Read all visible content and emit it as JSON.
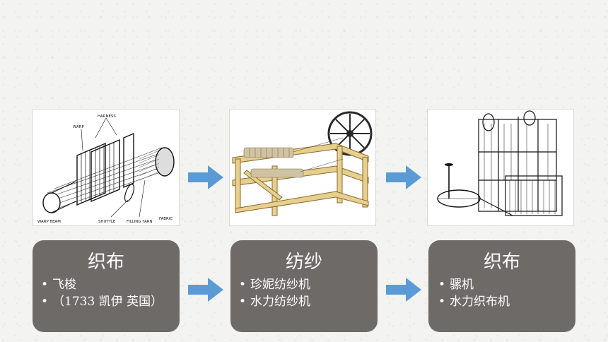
{
  "diagram1": {
    "labels": {
      "harness": "HARNESS",
      "warp": "WARP",
      "warp_beam": "WARP BEAM",
      "shuttle": "SHUTTLE",
      "filling_yarn": "FILLING YARN",
      "fabric": "FABRIC"
    }
  },
  "panels": [
    {
      "title": "织布",
      "items": [
        {
          "bullet": "•",
          "text": "飞梭"
        },
        {
          "bullet": "•",
          "text": "（1733 凯伊  英国）"
        }
      ]
    },
    {
      "title": "纺纱",
      "items": [
        {
          "bullet": "•",
          "text": "珍妮纺纱机"
        },
        {
          "bullet": "•",
          "text": "水力纺纱机"
        }
      ]
    },
    {
      "title": "织布",
      "items": [
        {
          "bullet": "•",
          "text": "骡机"
        },
        {
          "bullet": "•",
          "text": "水力织布机"
        }
      ]
    }
  ],
  "colors": {
    "arrow": "#5b9bd5",
    "panel": "#6e6a67",
    "background": "#f3f3f1"
  }
}
